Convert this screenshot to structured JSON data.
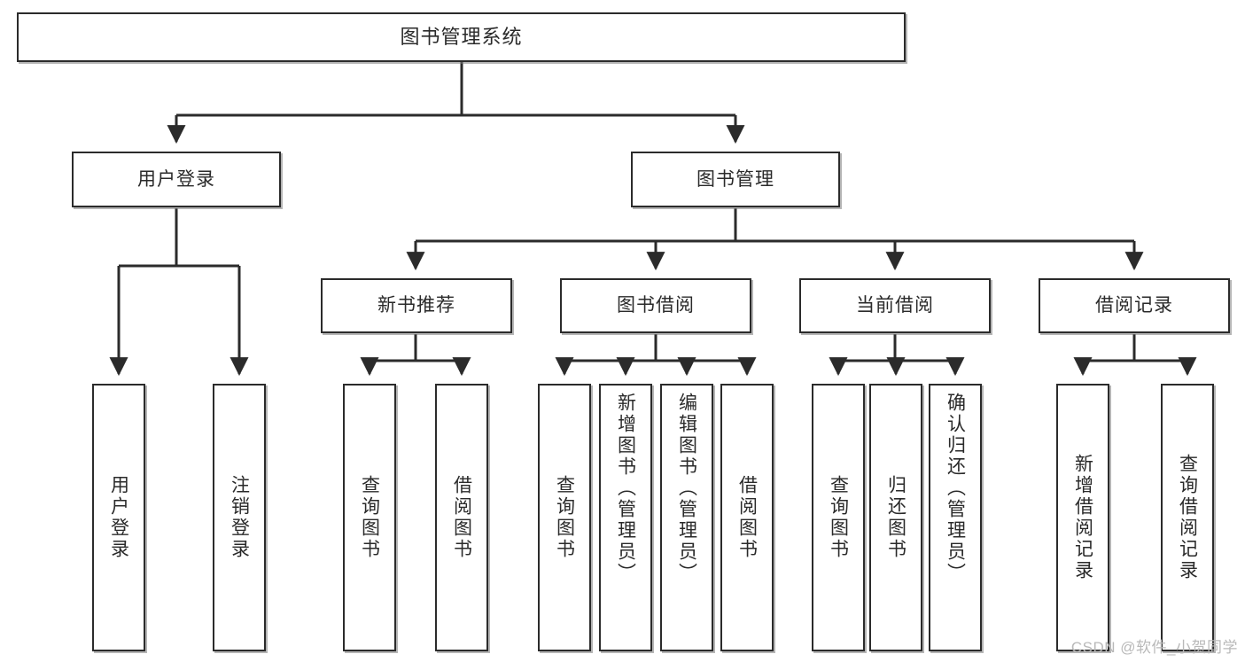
{
  "diagram": {
    "title": "图书管理系统",
    "type": "tree-hierarchy",
    "colors": {
      "box_border": "#2b2b2b",
      "box_fill": "#ffffff",
      "edge": "#2b2b2b",
      "text": "#2a2a2a",
      "watermark": "#b9b9b9"
    },
    "root": {
      "label": "图书管理系统"
    },
    "level2": [
      {
        "label": "用户登录"
      },
      {
        "label": "图书管理"
      }
    ],
    "level3": [
      {
        "label": "新书推荐"
      },
      {
        "label": "图书借阅"
      },
      {
        "label": "当前借阅"
      },
      {
        "label": "借阅记录"
      }
    ],
    "leaves": {
      "user_login": [
        {
          "label": "用户登录"
        },
        {
          "label": "注销登录"
        }
      ],
      "new_book_rec": [
        {
          "label": "查询图书"
        },
        {
          "label": "借阅图书"
        }
      ],
      "book_borrow": [
        {
          "label": "查询图书"
        },
        {
          "label": "新增图书（管理员）"
        },
        {
          "label": "编辑图书（管理员）"
        },
        {
          "label": "借阅图书"
        }
      ],
      "current_borrow": [
        {
          "label": "查询图书"
        },
        {
          "label": "归还图书"
        },
        {
          "label": "确认归还（管理员）"
        }
      ],
      "borrow_record": [
        {
          "label": "新增借阅记录"
        },
        {
          "label": "查询借阅记录"
        }
      ]
    }
  },
  "watermark": {
    "text": "CSDN @软件_小贺同学"
  }
}
